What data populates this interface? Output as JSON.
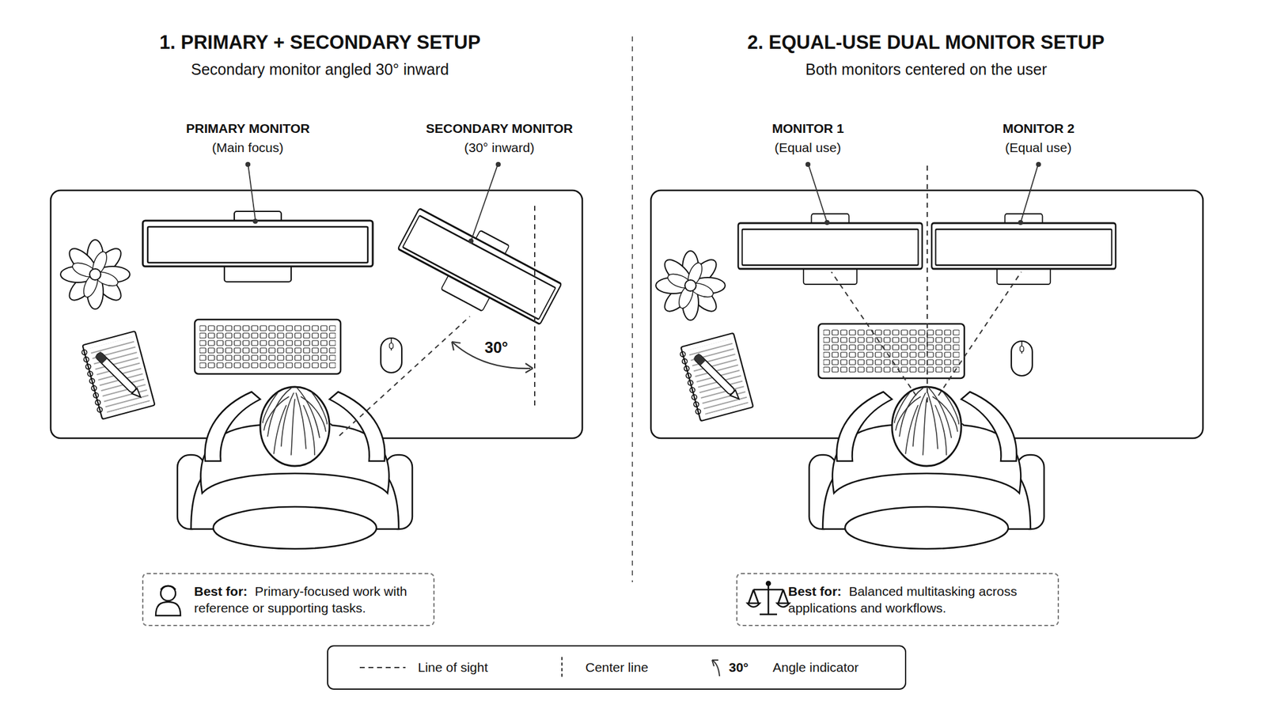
{
  "diagram": {
    "nodes": [
      {
        "text": [
          "Best for:",
          "Primary-focused work with reference or supporting tasks."
        ]
      },
      {
        "text": [
          "Best for:",
          "Balanced multitasking across applications and workflows."
        ]
      }
    ],
    "labels": [
      "1. PRIMARY + SECONDARY SETUP",
      "Secondary monitor angled 30° inward",
      "2. EQUAL-USE DUAL MONITOR SETUP",
      "Both monitors centered on the user",
      "PRIMARY MONITOR",
      "(Main focus)",
      "SECONDARY MONITOR",
      "(30° inward)",
      "MONITOR 1",
      "(Equal use)",
      "MONITOR 2",
      "(Equal use)",
      "30°",
      "30°"
    ],
    "legend": [
      {
        "text": "Line of sight"
      },
      {
        "text": "Center line"
      },
      {
        "text": "Angle indicator"
      }
    ]
  }
}
